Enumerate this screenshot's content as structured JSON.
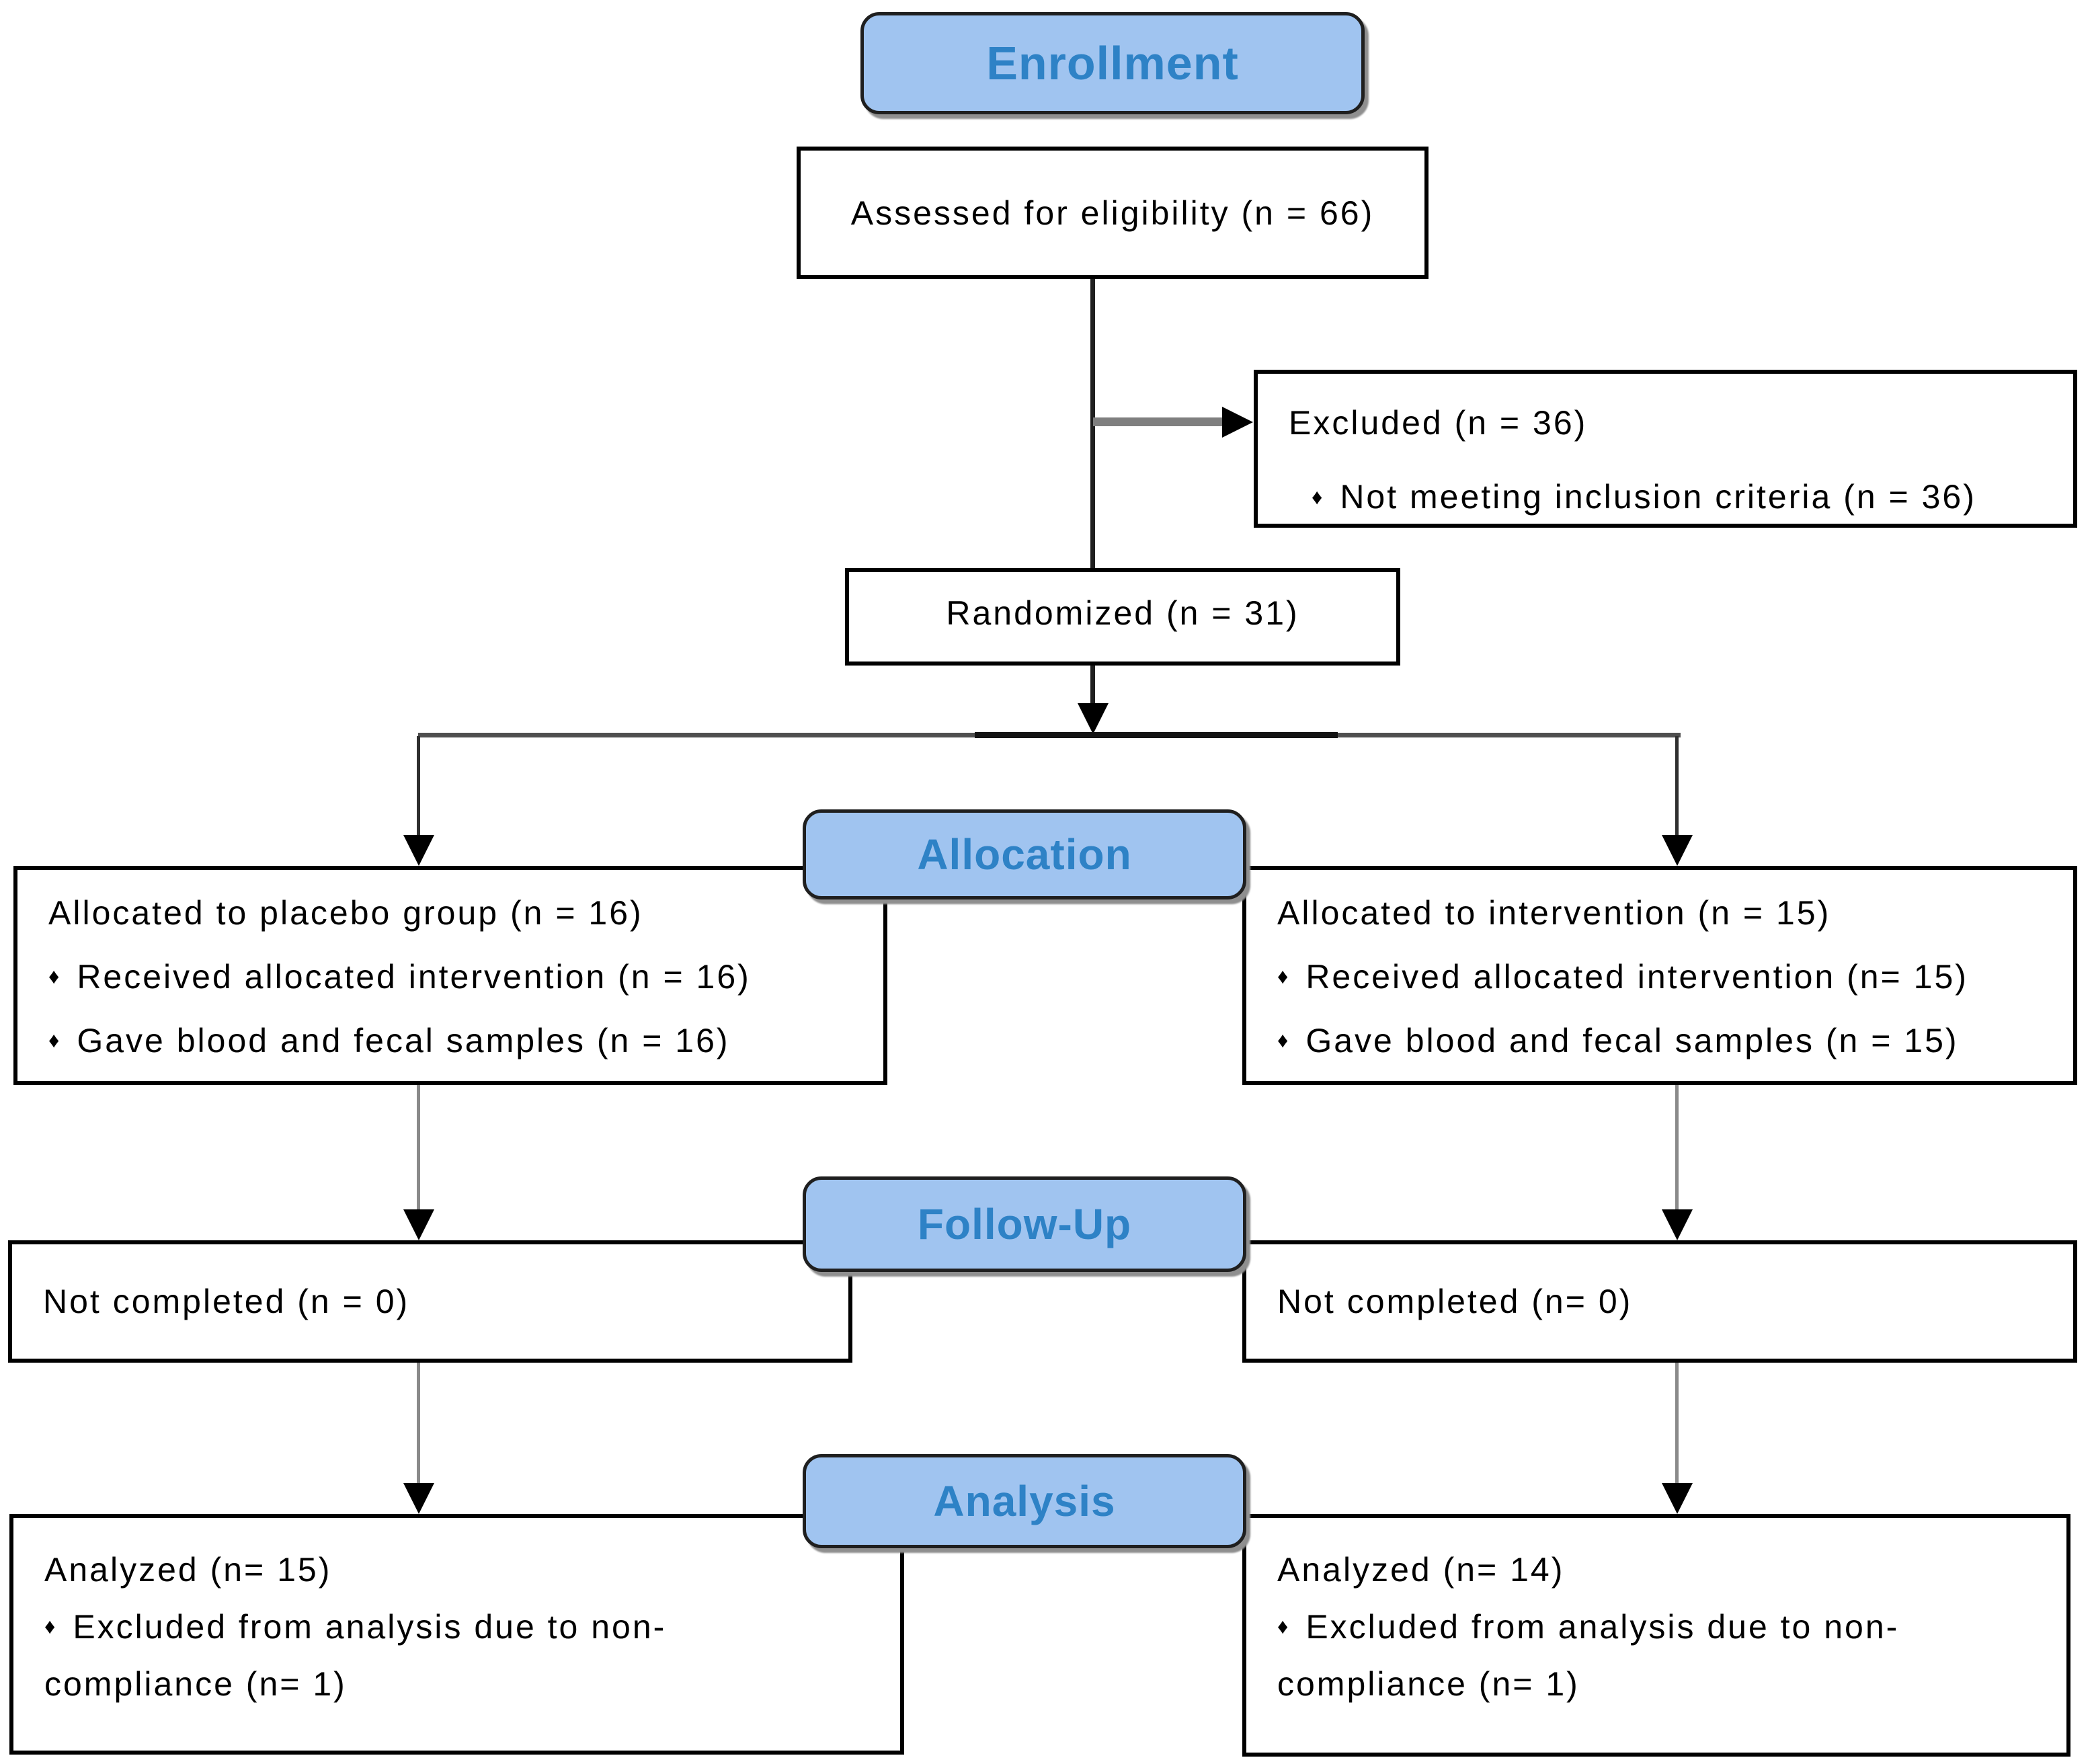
{
  "ui": {
    "bullet": "♦"
  },
  "colors": {
    "header_fill": "#A0C4F0",
    "header_text": "#2E82C6",
    "header_border": "#1f1f1f",
    "header_shadow": "#8f8f8f",
    "box_border": "#000000",
    "body_text": "#000000",
    "connector_dark": "#1f1f1f",
    "connector_gray": "#7f7f7f",
    "branch_line": "#4f4f4f",
    "arrowhead": "#000000"
  },
  "headers": {
    "enrollment": "Enrollment",
    "allocation": "Allocation",
    "follow_up": "Follow-Up",
    "analysis": "Analysis"
  },
  "enrollment": {
    "assessed": "Assessed for eligibility (n = 66)",
    "excluded_title": "Excluded (n = 36)",
    "excluded_bullet": "Not meeting inclusion criteria (n = 36)",
    "randomized": "Randomized (n = 31)"
  },
  "allocation": {
    "left": {
      "title": "Allocated to placebo group (n = 16)",
      "bullet1": "Received allocated intervention (n = 16)",
      "bullet2": "Gave blood and fecal samples (n = 16)"
    },
    "right": {
      "title": "Allocated to intervention (n = 15)",
      "bullet1": "Received allocated intervention (n= 15)",
      "bullet2": "Gave blood and fecal samples (n = 15)"
    }
  },
  "follow_up": {
    "left": "Not completed (n = 0)",
    "right": "Not completed (n= 0)"
  },
  "analysis": {
    "left": {
      "title": "Analyzed (n= 15)",
      "bullet1": "Excluded from analysis due to non-",
      "continuation": "compliance (n= 1)"
    },
    "right": {
      "title": "Analyzed (n= 14)",
      "bullet1": "Excluded from analysis due to non-",
      "continuation": "compliance (n= 1)"
    }
  }
}
